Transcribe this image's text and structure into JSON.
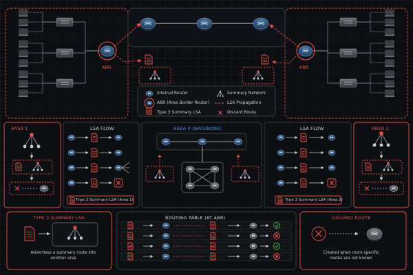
{
  "top": {
    "abr_left_label": "ABR",
    "abr_right_label": "ABR"
  },
  "legend": {
    "internal_router": "Internal Router",
    "abr": "ABR (Area Border Router)",
    "type3": "Type 3 Summary LSA",
    "summary_network": "Summary Network",
    "lsa_propagation": "LSA Propagation",
    "discard_route": "Discard Route"
  },
  "panels": {
    "area1_title": "AREA 1",
    "lsa_flow_left_title": "LSA FLOW",
    "lsa_flow_left_caption": "Type 3 Summary LSA (Area 1)",
    "area0_title": "AREA 0 (BACKBONE)",
    "lsa_flow_right_title": "LSA FLOW",
    "lsa_flow_right_caption": "Type 3 Summary LSA (Area 2)",
    "area2_title": "AREA 2",
    "type3_title": "TYPE 3 SUMMARY LSA",
    "type3_caption": "Advertises a summary route into another area",
    "routing_title": "ROUTING TABLE (AT ABR)",
    "discard_title": "DISCARD ROUTE",
    "discard_caption": "Created when more specific routes are not known"
  },
  "routing_rows": [
    {
      "result": "ok"
    },
    {
      "result": "discard"
    },
    {
      "result": "ok"
    },
    {
      "result": "discard"
    }
  ],
  "colors": {
    "accent_red": "#e5534b",
    "accent_blue": "#4d8fe6",
    "ok_green": "#3fb950",
    "router_blue": "#2f4d6e"
  }
}
